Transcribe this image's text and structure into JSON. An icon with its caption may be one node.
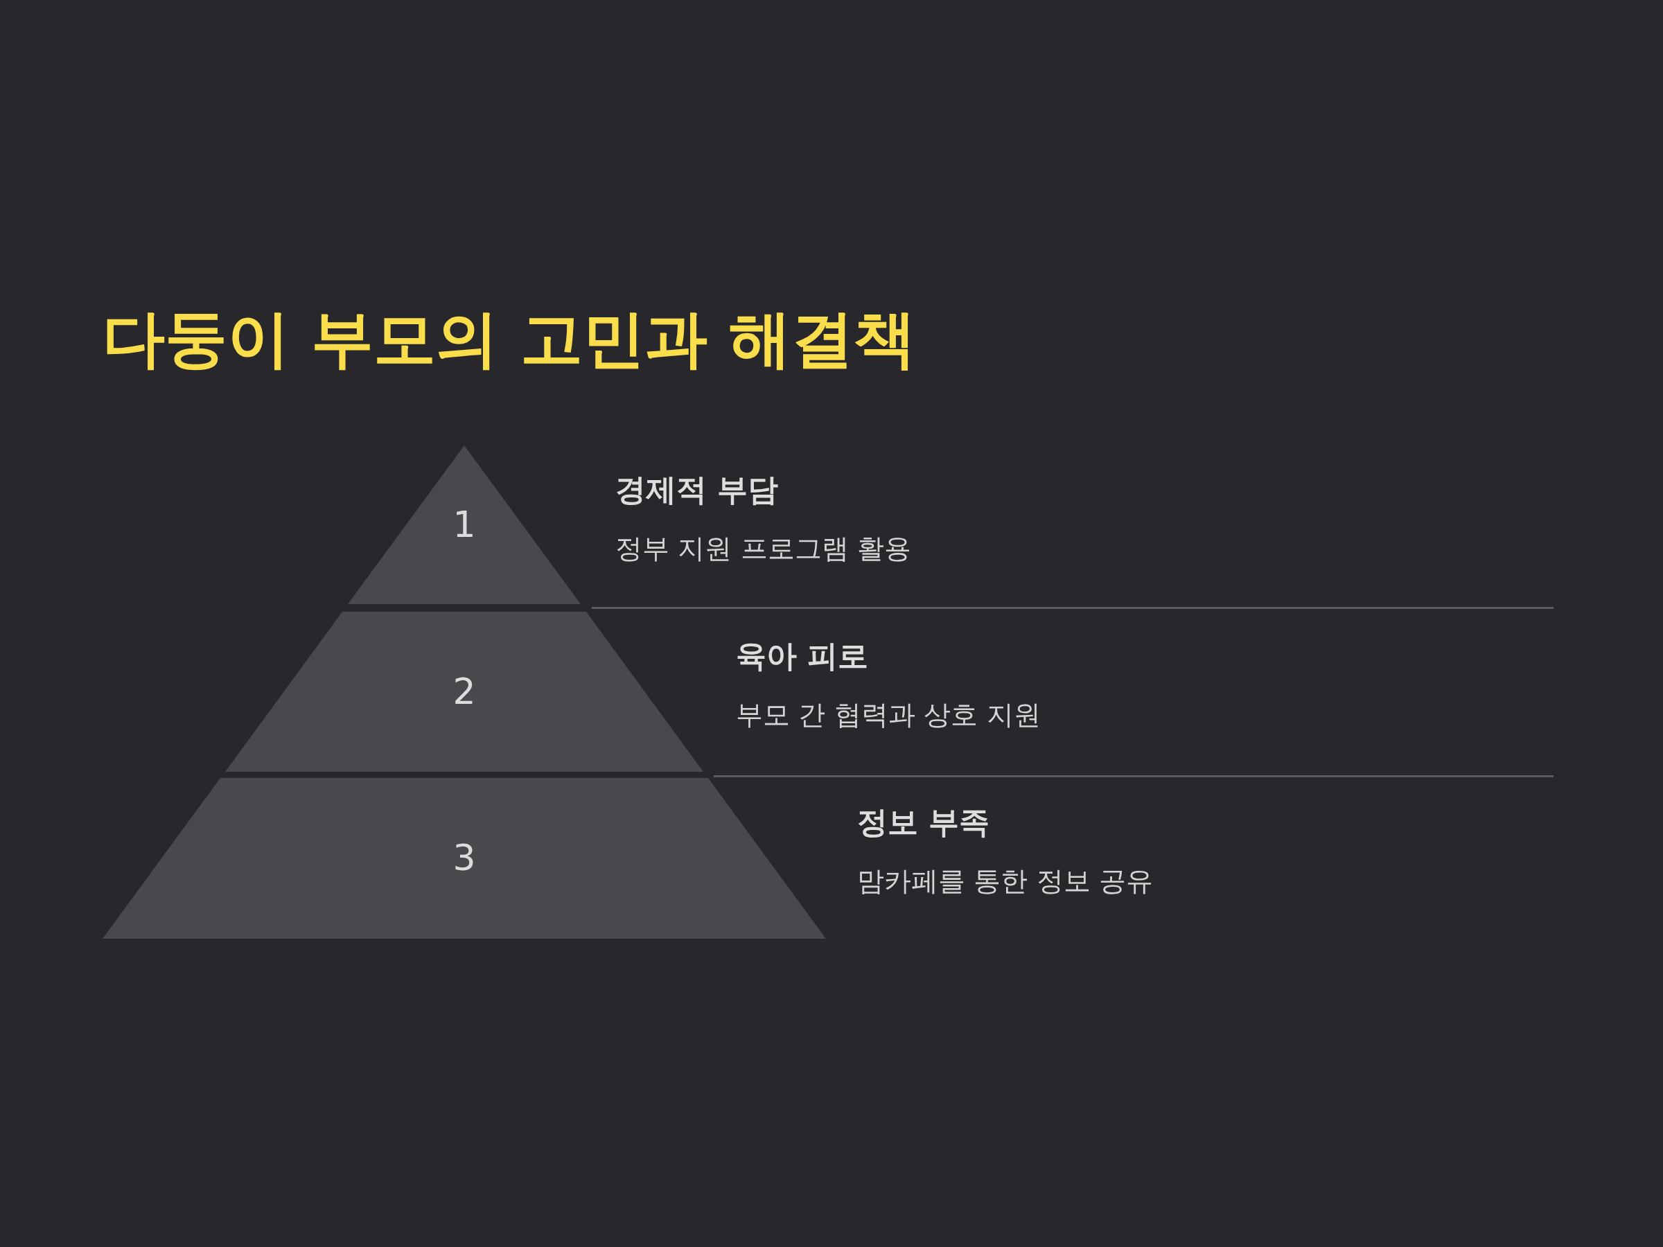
{
  "diagram": {
    "title": "다둥이 부모의 고민과 해결책",
    "nodes": [
      {
        "text": [
          "1"
        ],
        "beside": [
          "경제적 부담",
          "정부 지원 프로그램 활용"
        ]
      },
      {
        "text": [
          "2"
        ],
        "beside": [
          "육아 피로",
          "부모 간 협력과 상호 지원"
        ]
      },
      {
        "text": [
          "3"
        ],
        "beside": [
          "정보 부족",
          "맘카페를 통한 정보 공유"
        ]
      }
    ]
  }
}
